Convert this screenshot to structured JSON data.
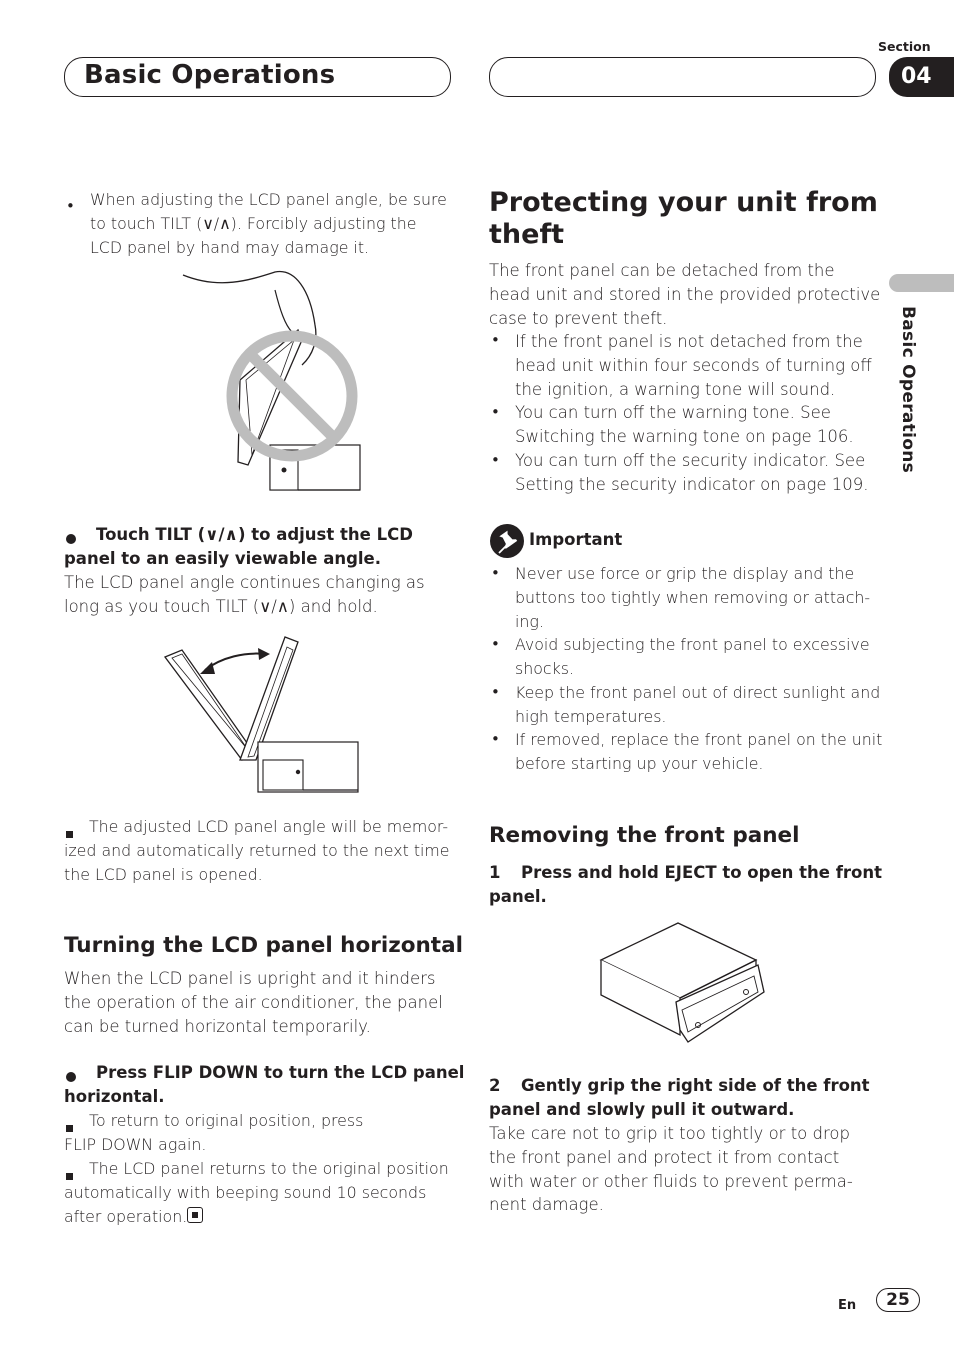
{
  "header": {
    "title": "Basic Operations",
    "section_label": "Section",
    "section_number": "04",
    "side_label": "Basic Operations"
  },
  "left": {
    "note1": [
      "When adjusting the LCD panel angle, be sure",
      "to touch TILT (∨/∧). Forcibly adjusting the",
      "LCD panel by hand may damage it."
    ],
    "instr1": [
      "Touch TILT (∨/∧) to adjust the LCD",
      "panel to an easily viewable angle."
    ],
    "instr1_body": [
      "The LCD panel angle continues changing as",
      "long as you touch TILT (∨/∧) and hold."
    ],
    "note2": [
      "The adjusted LCD panel angle will be memor-",
      "ized and automatically returned to the next time",
      "the LCD panel is opened."
    ],
    "heading_horizontal": "Turning the LCD panel horizontal",
    "horizontal_body": [
      "When the LCD panel is upright and it hinders",
      "the operation of the air conditioner, the panel",
      "can be turned horizontal temporarily."
    ],
    "instr2": [
      "Press FLIP DOWN to turn the LCD panel",
      "horizontal."
    ],
    "note3": [
      "To return to original position, press",
      "FLIP DOWN again."
    ],
    "note4": [
      "The LCD panel returns to the original position",
      "automatically with beeping sound 10 seconds",
      "after operation."
    ]
  },
  "right": {
    "heading_theft": [
      "Protecting your unit from",
      "theft"
    ],
    "theft_body": [
      "The front panel can be detached from the",
      "head unit and stored in the provided protective",
      "case to prevent theft."
    ],
    "theft_bullets": [
      [
        "If the front panel is not detached from the",
        "head unit within four seconds of turning off",
        "the ignition, a warning tone will sound."
      ],
      [
        "You can turn off the warning tone. See",
        "Switching the warning tone on page 106."
      ],
      [
        "You can turn off the security indicator. See",
        "Setting the security indicator on page 109."
      ]
    ],
    "important_label": "Important",
    "important_bullets": [
      [
        "Never use force or grip the display and the",
        "buttons too tightly when removing or attach-",
        "ing."
      ],
      [
        "Avoid subjecting the front panel to excessive",
        "shocks."
      ],
      [
        "Keep the front panel out of direct sunlight and",
        "high temperatures."
      ],
      [
        "If removed, replace the front panel on the unit",
        "before starting up your vehicle."
      ]
    ],
    "heading_remove": "Removing the front panel",
    "step1_num": "1",
    "step1": [
      "Press and hold EJECT to open the front",
      "panel."
    ],
    "step2_num": "2",
    "step2": [
      "Gently grip the right side of the front",
      "panel and slowly pull it outward."
    ],
    "step2_body": [
      "Take care not to grip it too tightly or to drop",
      "the front panel and protect it from contact",
      "with water or other fluids to prevent perma-",
      "nent damage."
    ]
  },
  "footer": {
    "lang": "En",
    "page": "25"
  }
}
